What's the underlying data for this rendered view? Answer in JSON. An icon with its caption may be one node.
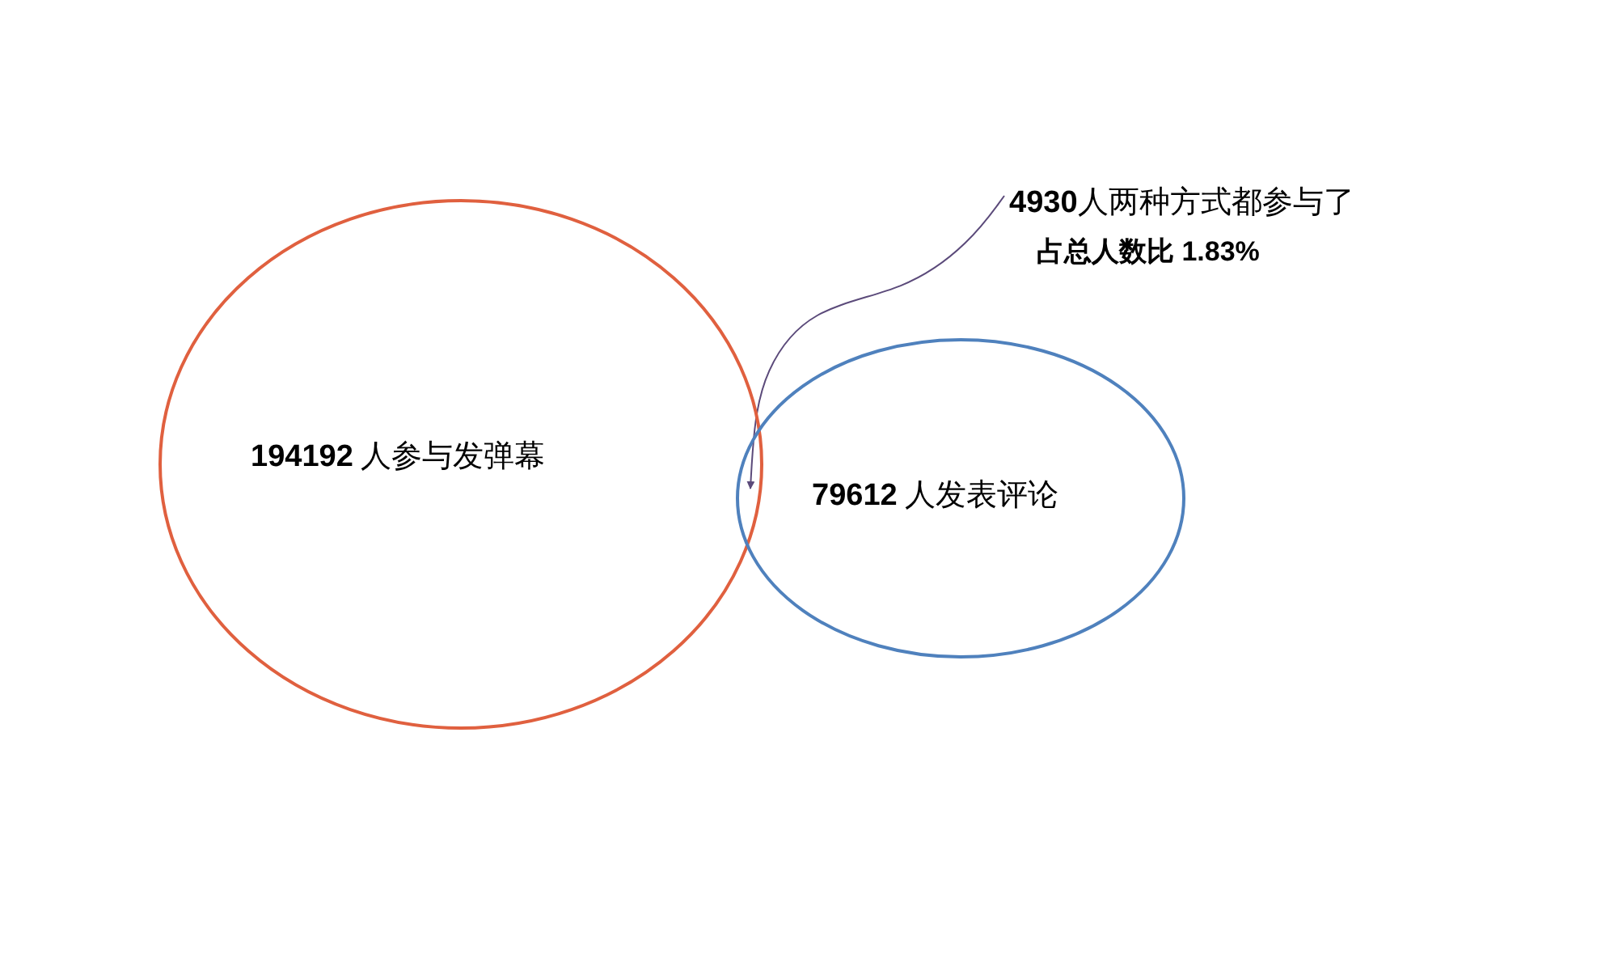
{
  "diagram": {
    "nodes": [
      {
        "text": [
          "**194192** 人参与发弹幕"
        ]
      },
      {
        "text": [
          "**79612** 人发表评论"
        ]
      },
      {
        "text": [
          "**4930**人两种方式都参与了",
          "占总人数比 1.83%"
        ]
      }
    ],
    "edges": [
      {
        "from": 2,
        "to": 1,
        "arrow": "to",
        "color": "#5b4a7a"
      }
    ]
  }
}
